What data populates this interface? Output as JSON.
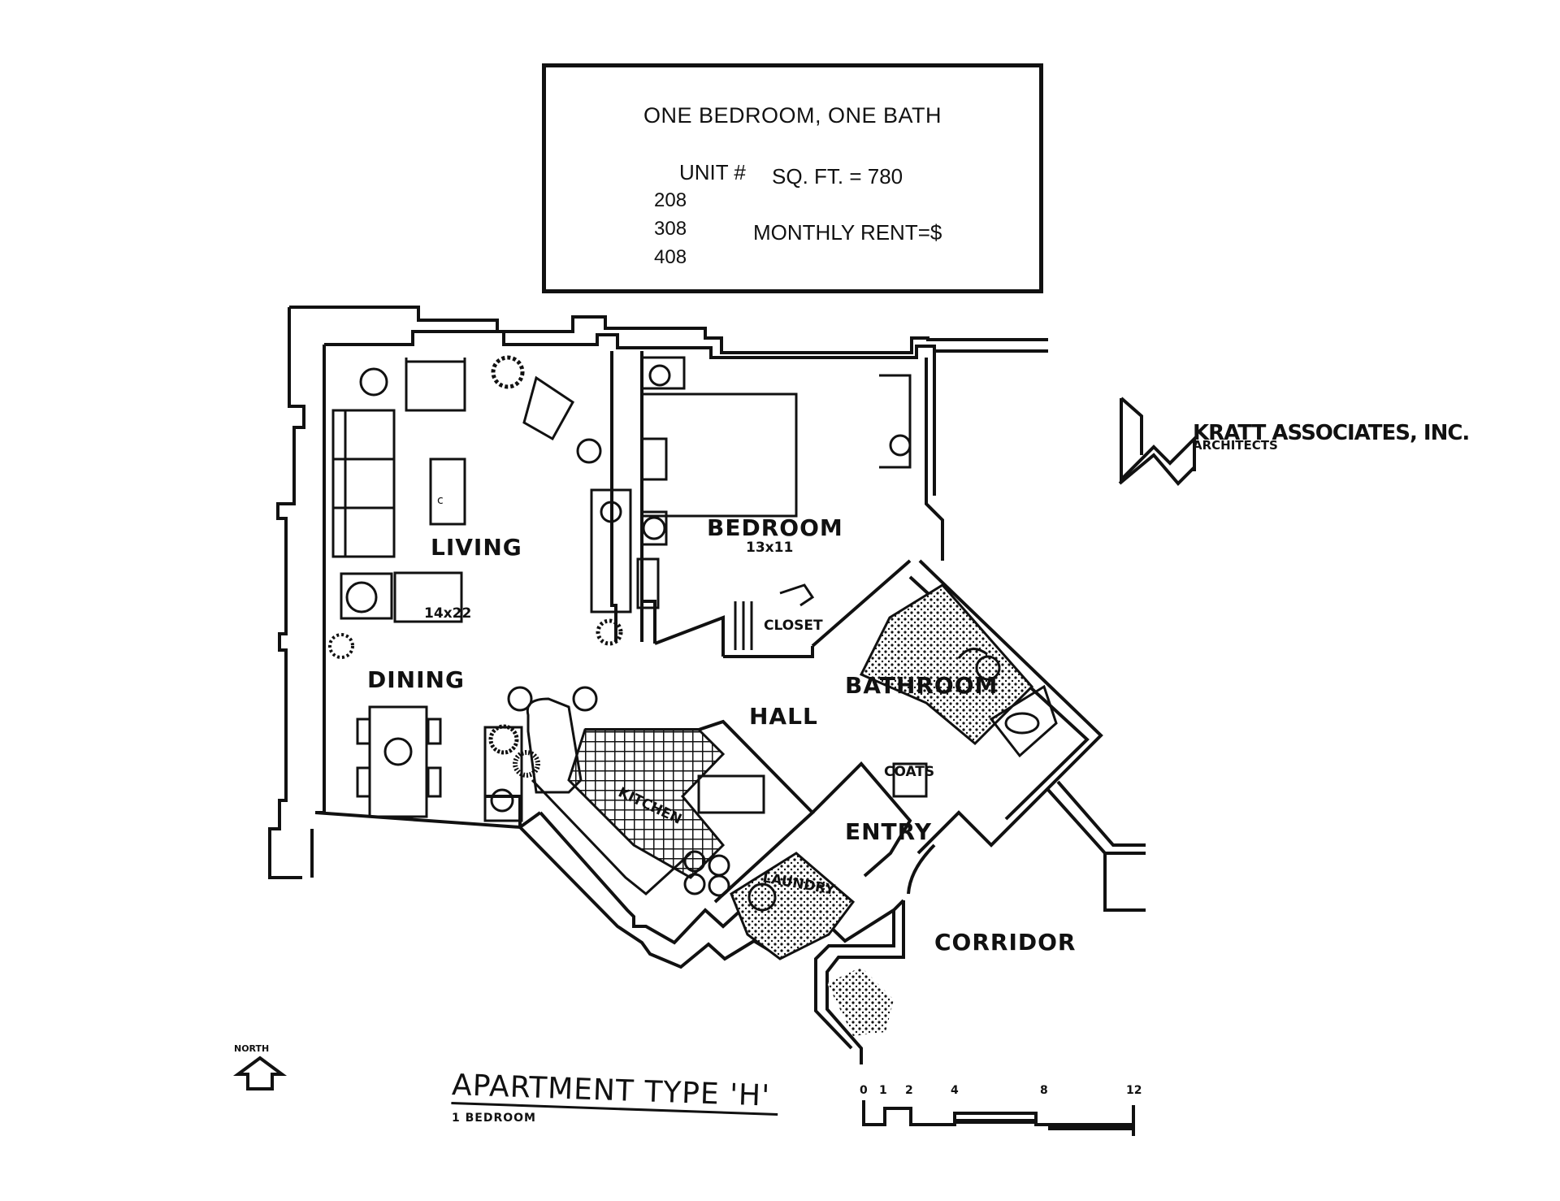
{
  "info_box": {
    "title": "ONE BEDROOM, ONE BATH",
    "unit_label": "UNIT #",
    "sqft_label": "SQ. FT. = 780",
    "units": [
      "208",
      "308",
      "408"
    ],
    "rent_label": "MONTHLY RENT=$"
  },
  "firm": {
    "name": "KRATT ASSOCIATES, INC.",
    "subtitle": "ARCHITECTS"
  },
  "rooms": {
    "living": "LIVING",
    "living_dim": "14x22",
    "bedroom": "BEDROOM",
    "bedroom_dim": "13x11",
    "closet": "CLOSET",
    "dining": "DINING",
    "hall": "HALL",
    "bathroom": "BATHROOM",
    "coats": "COATS",
    "kitchen": "KITCHEN",
    "entry": "ENTRY",
    "laundry": "LAUNDRY",
    "corridor": "CORRIDOR"
  },
  "north_label": "NORTH",
  "title_block": {
    "title": "APARTMENT TYPE 'H'",
    "subtitle": "1 BEDROOM"
  },
  "scale_bar": [
    "0",
    "1",
    "2",
    "4",
    "8",
    "12"
  ]
}
